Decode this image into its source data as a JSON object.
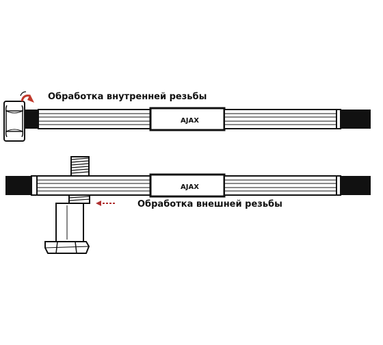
{
  "labels": {
    "internal_thread": "Обработка внутренней резьбы",
    "external_thread": "Обработка внешней резьбы"
  },
  "tools": [
    {
      "brand": "AJAX"
    },
    {
      "brand": "AJAX"
    }
  ],
  "icons": {
    "internal_arrow": "curved-arrow-icon",
    "external_arrow": "dashed-arrow-icon",
    "nut": "hex-nut-icon",
    "bolt": "bolt-icon"
  },
  "colors": {
    "internal_arrow": "#c0392b",
    "external_arrow": "#b03030",
    "ink": "#111111",
    "grip": "#111111"
  }
}
